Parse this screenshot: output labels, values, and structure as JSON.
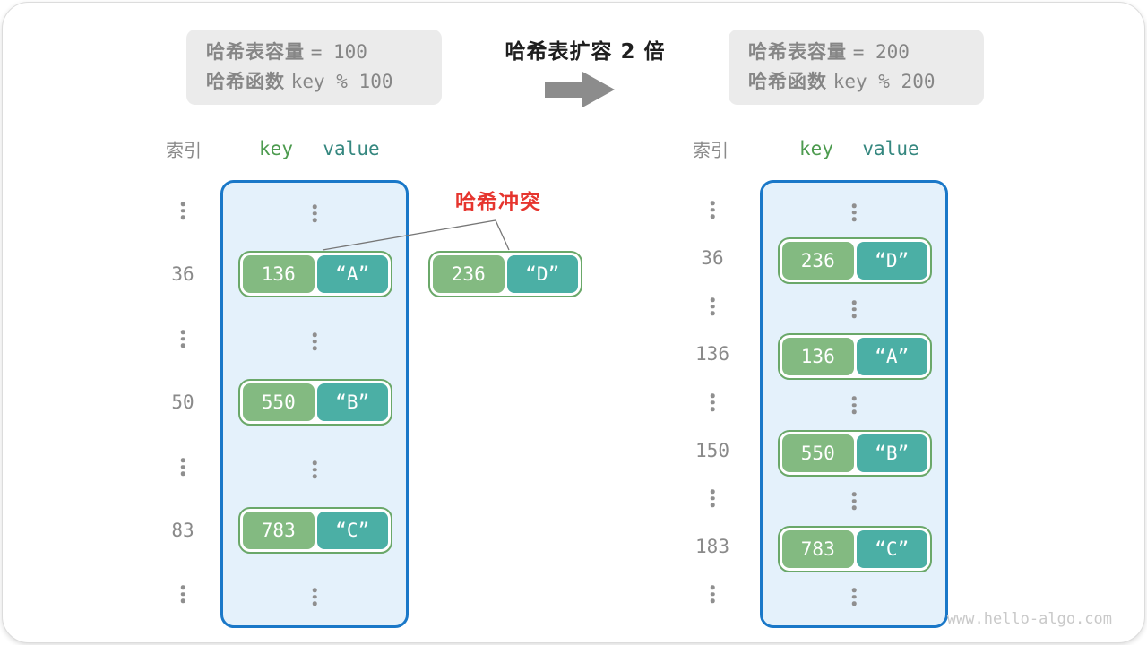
{
  "header": {
    "title": "哈希表扩容 2 倍",
    "arrow_icon": "right-arrow",
    "old_config": {
      "capacity_label": "哈希表容量",
      "capacity_value": "= 100",
      "function_label": "哈希函数",
      "function_value": "key % 100"
    },
    "new_config": {
      "capacity_label": "哈希表容量",
      "capacity_value": "= 200",
      "function_label": "哈希函数",
      "function_value": "key % 200"
    }
  },
  "columns": {
    "index": "索引",
    "key": "key",
    "value": "value"
  },
  "collision": {
    "label": "哈希冲突",
    "pair": {
      "key": "236",
      "value": "“D”"
    }
  },
  "left_table": {
    "rows": [
      {
        "type": "dots"
      },
      {
        "type": "pair",
        "index": "36",
        "key": "136",
        "value": "“A”"
      },
      {
        "type": "dots"
      },
      {
        "type": "pair",
        "index": "50",
        "key": "550",
        "value": "“B”"
      },
      {
        "type": "dots"
      },
      {
        "type": "pair",
        "index": "83",
        "key": "783",
        "value": "“C”"
      },
      {
        "type": "dots"
      }
    ]
  },
  "right_table": {
    "rows": [
      {
        "type": "dots"
      },
      {
        "type": "pair",
        "index": "36",
        "key": "236",
        "value": "“D”"
      },
      {
        "type": "dots"
      },
      {
        "type": "pair",
        "index": "136",
        "key": "136",
        "value": "“A”"
      },
      {
        "type": "dots"
      },
      {
        "type": "pair",
        "index": "150",
        "key": "550",
        "value": "“B”"
      },
      {
        "type": "dots"
      },
      {
        "type": "pair",
        "index": "183",
        "key": "783",
        "value": "“C”"
      },
      {
        "type": "dots"
      }
    ]
  },
  "watermark": "www.hello-algo.com",
  "colors": {
    "table_border": "#1a78c8",
    "table_fill": "#e4f1fb",
    "key_green": "#83ba81",
    "value_teal": "#4bafa5",
    "pair_border": "#6aa869",
    "collision_red": "#e6352e",
    "muted_gray": "#8a8a8a",
    "config_box_bg": "#ebebeb",
    "arrow_gray": "#8c8c8c"
  }
}
